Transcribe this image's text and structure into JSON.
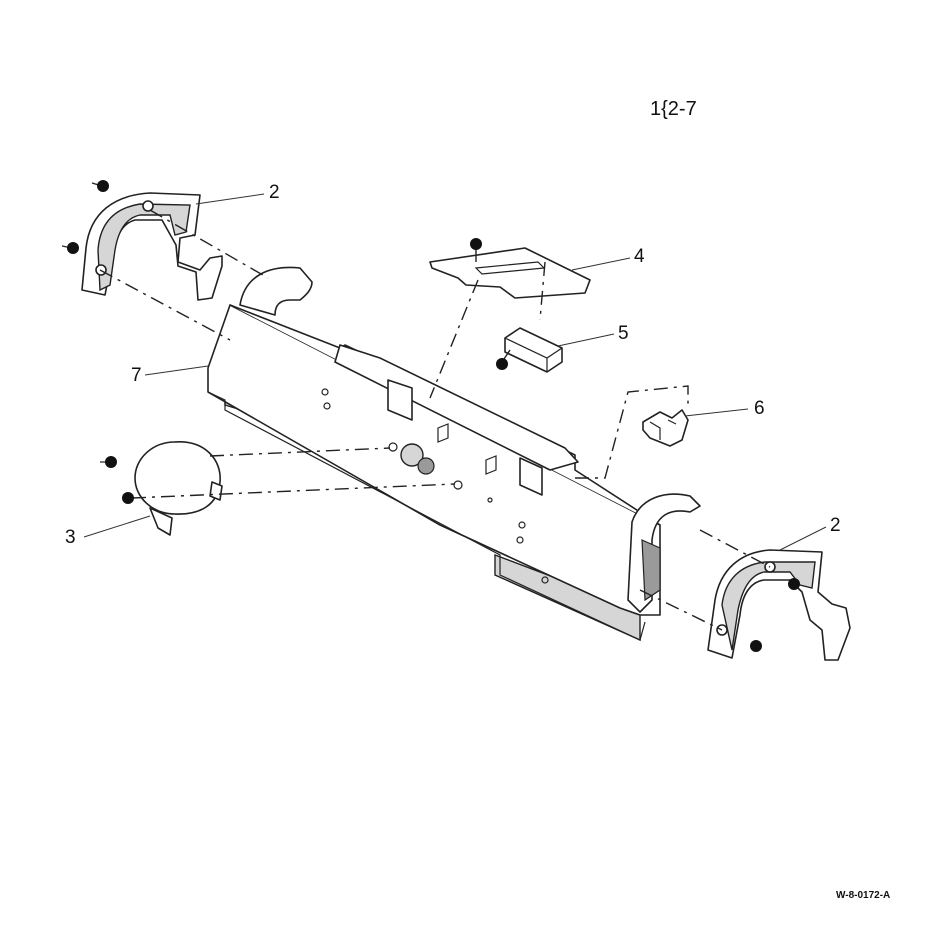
{
  "figure": {
    "id": "1{2-7",
    "drawing_number": "W-8-0172-A"
  },
  "callouts": {
    "c2_top": "2",
    "c4": "4",
    "c5": "5",
    "c6": "6",
    "c7": "7",
    "c3": "3",
    "c2_bottom": "2"
  },
  "colors": {
    "line": "#222222",
    "fill": "#ffffff",
    "shade": "#d6d6d6"
  }
}
